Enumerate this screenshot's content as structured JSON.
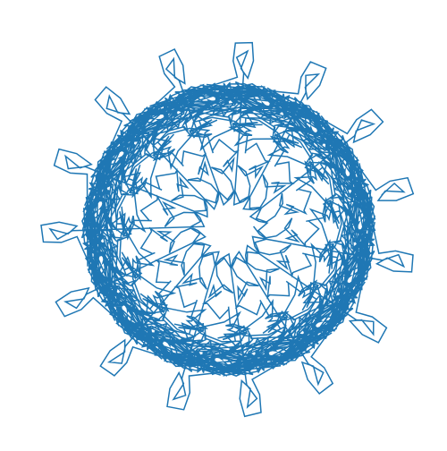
{
  "figure": {
    "background": "#ffffff",
    "line_color": "#1f77b4",
    "axes_visible": false
  },
  "chart_data": {
    "type": "line",
    "title": "",
    "xlabel": "",
    "ylabel": "",
    "grid": false,
    "axes": "off",
    "legend": "none",
    "series": [
      {
        "color": "#1f77b4",
        "shape": "dense polyline rosette with radial symmetry and a small open center",
        "petals": 15
      }
    ]
  }
}
